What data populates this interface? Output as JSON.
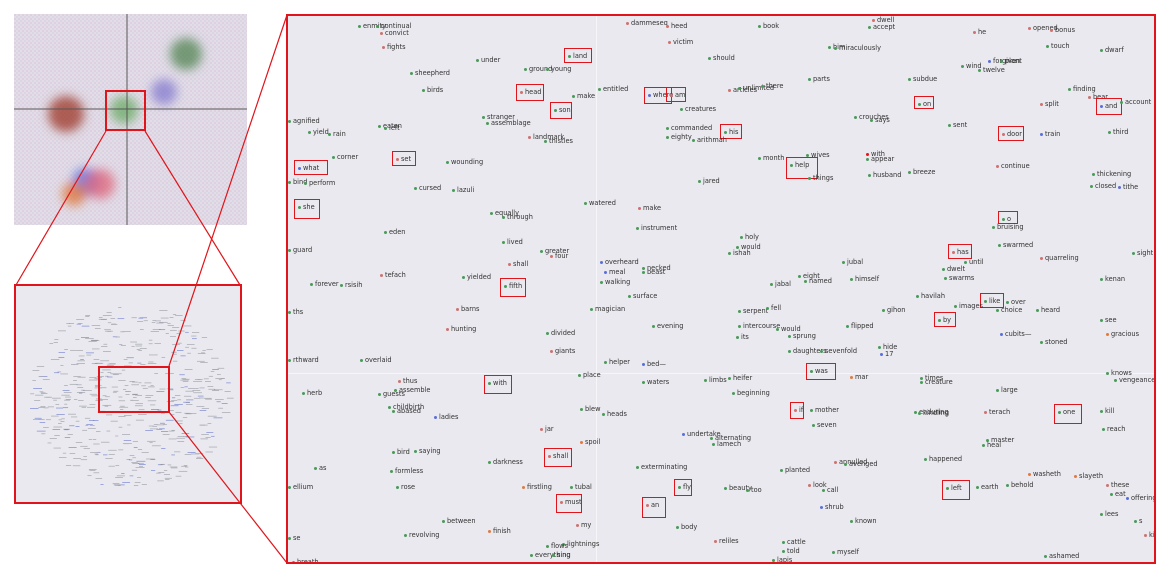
{
  "colors": {
    "highlight": "#e0141b",
    "panel_bg": "#e9e9ef",
    "gridline": "#ffffff"
  },
  "overview": {
    "blobs": [
      {
        "color": "#5a8a5a"
      },
      {
        "color": "#a04030"
      },
      {
        "color": "#8a7fd0"
      },
      {
        "color": "#6fae6a"
      },
      {
        "color": "#5a6ed8"
      },
      {
        "color": "#e06a80"
      },
      {
        "color": "#e07a40"
      }
    ]
  },
  "words": [
    {
      "t": "enmity",
      "c": "#4a9a5a",
      "hl": false
    },
    {
      "t": "continual",
      "c": "#4a9a5a",
      "hl": false
    },
    {
      "t": "convict",
      "c": "#d07070",
      "hl": false
    },
    {
      "t": "fights",
      "c": "#d07070",
      "hl": false
    },
    {
      "t": "dammeseq",
      "c": "#d07070",
      "hl": false
    },
    {
      "t": "heed",
      "c": "#d07070",
      "hl": false
    },
    {
      "t": "book",
      "c": "#4a9a5a",
      "hl": false
    },
    {
      "t": "accept",
      "c": "#4a9a5a",
      "hl": false
    },
    {
      "t": "he",
      "c": "#d07070",
      "hl": false
    },
    {
      "t": "opened",
      "c": "#d07070",
      "hl": false
    },
    {
      "t": "bonus",
      "c": "#d07070",
      "hl": false
    },
    {
      "t": "victim",
      "c": "#d07070",
      "hl": false
    },
    {
      "t": "him",
      "c": "#4a9a5a",
      "hl": false
    },
    {
      "t": "miraculously",
      "c": "#4a9a5a",
      "hl": false
    },
    {
      "t": "touch",
      "c": "#4a9a5a",
      "hl": false
    },
    {
      "t": "dwarf",
      "c": "#4a9a5a",
      "hl": false
    },
    {
      "t": "land",
      "c": "#4a9a5a",
      "hl": true
    },
    {
      "t": "under",
      "c": "#4a9a5a",
      "hl": false
    },
    {
      "t": "should",
      "c": "#4a9a5a",
      "hl": false
    },
    {
      "t": "forgiven",
      "c": "#5a6ed8",
      "hl": false
    },
    {
      "t": "plant",
      "c": "#4a9a5a",
      "hl": false
    },
    {
      "t": "wind",
      "c": "#4a9a5a",
      "hl": false
    },
    {
      "t": "twelve",
      "c": "#4a9a5a",
      "hl": false
    },
    {
      "t": "sheepherd",
      "c": "#4a9a5a",
      "hl": false
    },
    {
      "t": "ground",
      "c": "#4a9a5a",
      "hl": false
    },
    {
      "t": "young",
      "c": "#4a9a5a",
      "hl": false
    },
    {
      "t": "parts",
      "c": "#4a9a5a",
      "hl": false
    },
    {
      "t": "subdue",
      "c": "#4a9a5a",
      "hl": false
    },
    {
      "t": "birds",
      "c": "#4a9a5a",
      "hl": false
    },
    {
      "t": "head",
      "c": "#d07070",
      "hl": true
    },
    {
      "t": "make",
      "c": "#4a9a5a",
      "hl": false
    },
    {
      "t": "entitled",
      "c": "#4a9a5a",
      "hl": false
    },
    {
      "t": "where",
      "c": "#5a6ed8",
      "hl": true
    },
    {
      "t": "am",
      "c": "#d07070",
      "hl": true
    },
    {
      "t": "articles",
      "c": "#d07070",
      "hl": false
    },
    {
      "t": "unlimited",
      "c": "#4a9a5a",
      "hl": false
    },
    {
      "t": "there",
      "c": "#4a9a5a",
      "hl": false
    },
    {
      "t": "finding",
      "c": "#4a9a5a",
      "hl": false
    },
    {
      "t": "bear",
      "c": "#d07070",
      "hl": false
    },
    {
      "t": "and",
      "c": "#5a6ed8",
      "hl": true
    },
    {
      "t": "account",
      "c": "#4a9a5a",
      "hl": false
    },
    {
      "t": "son",
      "c": "#4a9a5a",
      "hl": true
    },
    {
      "t": "creatures",
      "c": "#4a9a5a",
      "hl": false
    },
    {
      "t": "on",
      "c": "#4a9a5a",
      "hl": true
    },
    {
      "t": "split",
      "c": "#d07070",
      "hl": false
    },
    {
      "t": "agnified",
      "c": "#4a9a5a",
      "hl": false
    },
    {
      "t": "stranger",
      "c": "#4a9a5a",
      "hl": false
    },
    {
      "t": "assemblage",
      "c": "#4a9a5a",
      "hl": false
    },
    {
      "t": "crouches",
      "c": "#4a9a5a",
      "hl": false
    },
    {
      "t": "says",
      "c": "#4a9a5a",
      "hl": false
    },
    {
      "t": "yield",
      "c": "#4a9a5a",
      "hl": false
    },
    {
      "t": "rain",
      "c": "#4a9a5a",
      "hl": false
    },
    {
      "t": "eaten",
      "c": "#4a9a5a",
      "hl": false
    },
    {
      "t": "left",
      "c": "#4a9a5a",
      "hl": false
    },
    {
      "t": "commanded",
      "c": "#4a9a5a",
      "hl": false
    },
    {
      "t": "his",
      "c": "#4a9a5a",
      "hl": true
    },
    {
      "t": "sent",
      "c": "#4a9a5a",
      "hl": false
    },
    {
      "t": "door",
      "c": "#d07070",
      "hl": true
    },
    {
      "t": "train",
      "c": "#5a6ed8",
      "hl": false
    },
    {
      "t": "third",
      "c": "#4a9a5a",
      "hl": false
    },
    {
      "t": "eighty",
      "c": "#4a9a5a",
      "hl": false
    },
    {
      "t": "arithmah",
      "c": "#4a9a5a",
      "hl": false
    },
    {
      "t": "landmark",
      "c": "#d07070",
      "hl": false
    },
    {
      "t": "thistles",
      "c": "#4a9a5a",
      "hl": false
    },
    {
      "t": "corner",
      "c": "#4a9a5a",
      "hl": false
    },
    {
      "t": "set",
      "c": "#d07070",
      "hl": true
    },
    {
      "t": "wounding",
      "c": "#4a9a5a",
      "hl": false
    },
    {
      "t": "month",
      "c": "#4a9a5a",
      "hl": false
    },
    {
      "t": "wives",
      "c": "#4a9a5a",
      "hl": false
    },
    {
      "t": "with",
      "c": "#e0141b",
      "hl": false
    },
    {
      "t": "appear",
      "c": "#4a9a5a",
      "hl": false
    },
    {
      "t": "help",
      "c": "#4a9a5a",
      "hl": true
    },
    {
      "t": "continue",
      "c": "#d07070",
      "hl": false
    },
    {
      "t": "what",
      "c": "#5a6ed8",
      "hl": true
    },
    {
      "t": "jared",
      "c": "#4a9a5a",
      "hl": false
    },
    {
      "t": "things",
      "c": "#4a9a5a",
      "hl": false
    },
    {
      "t": "husband",
      "c": "#4a9a5a",
      "hl": false
    },
    {
      "t": "breeze",
      "c": "#4a9a5a",
      "hl": false
    },
    {
      "t": "thickening",
      "c": "#4a9a5a",
      "hl": false
    },
    {
      "t": "bind",
      "c": "#4a9a5a",
      "hl": false
    },
    {
      "t": "perform",
      "c": "#4a9a5a",
      "hl": false
    },
    {
      "t": "cursed",
      "c": "#4a9a5a",
      "hl": false
    },
    {
      "t": "lazuli",
      "c": "#4a9a5a",
      "hl": false
    },
    {
      "t": "closed",
      "c": "#4a9a5a",
      "hl": false
    },
    {
      "t": "tithe",
      "c": "#5a6ed8",
      "hl": false
    },
    {
      "t": "she",
      "c": "#4a9a5a",
      "hl": true
    },
    {
      "t": "watered",
      "c": "#4a9a5a",
      "hl": false
    },
    {
      "t": "make",
      "c": "#d07070",
      "hl": false
    },
    {
      "t": "equally",
      "c": "#4a9a5a",
      "hl": false
    },
    {
      "t": "through",
      "c": "#4a9a5a",
      "hl": false
    },
    {
      "t": "o",
      "c": "#4a9a5a",
      "hl": true
    },
    {
      "t": "instrument",
      "c": "#4a9a5a",
      "hl": false
    },
    {
      "t": "bruising",
      "c": "#4a9a5a",
      "hl": false
    },
    {
      "t": "eden",
      "c": "#4a9a5a",
      "hl": false
    },
    {
      "t": "holy",
      "c": "#4a9a5a",
      "hl": false
    },
    {
      "t": "lived",
      "c": "#4a9a5a",
      "hl": false
    },
    {
      "t": "would",
      "c": "#4a9a5a",
      "hl": false
    },
    {
      "t": "swarmed",
      "c": "#4a9a5a",
      "hl": false
    },
    {
      "t": "guard",
      "c": "#4a9a5a",
      "hl": false
    },
    {
      "t": "greater",
      "c": "#4a9a5a",
      "hl": false
    },
    {
      "t": "four",
      "c": "#d07070",
      "hl": false
    },
    {
      "t": "ishah",
      "c": "#4a9a5a",
      "hl": false
    },
    {
      "t": "has",
      "c": "#d07070",
      "hl": true
    },
    {
      "t": "sight",
      "c": "#4a9a5a",
      "hl": false
    },
    {
      "t": "overheard",
      "c": "#5a6ed8",
      "hl": false
    },
    {
      "t": "jubal",
      "c": "#4a9a5a",
      "hl": false
    },
    {
      "t": "until",
      "c": "#4a9a5a",
      "hl": false
    },
    {
      "t": "quarreling",
      "c": "#d07070",
      "hl": false
    },
    {
      "t": "shall",
      "c": "#d07070",
      "hl": false
    },
    {
      "t": "necked",
      "c": "#4a9a5a",
      "hl": false
    },
    {
      "t": "dwelt",
      "c": "#4a9a5a",
      "hl": false
    },
    {
      "t": "meal",
      "c": "#5a6ed8",
      "hl": false
    },
    {
      "t": "beast",
      "c": "#4a9a5a",
      "hl": false
    },
    {
      "t": "tefach",
      "c": "#d07070",
      "hl": false
    },
    {
      "t": "yielded",
      "c": "#4a9a5a",
      "hl": false
    },
    {
      "t": "eight",
      "c": "#4a9a5a",
      "hl": false
    },
    {
      "t": "named",
      "c": "#4a9a5a",
      "hl": false
    },
    {
      "t": "himself",
      "c": "#4a9a5a",
      "hl": false
    },
    {
      "t": "swarms",
      "c": "#4a9a5a",
      "hl": false
    },
    {
      "t": "kenan",
      "c": "#4a9a5a",
      "hl": false
    },
    {
      "t": "forever",
      "c": "#4a9a5a",
      "hl": false
    },
    {
      "t": "rsisih",
      "c": "#4a9a5a",
      "hl": false
    },
    {
      "t": "fifth",
      "c": "#4a9a5a",
      "hl": true
    },
    {
      "t": "walking",
      "c": "#4a9a5a",
      "hl": false
    },
    {
      "t": "jabal",
      "c": "#4a9a5a",
      "hl": false
    },
    {
      "t": "surface",
      "c": "#4a9a5a",
      "hl": false
    },
    {
      "t": "havilah",
      "c": "#4a9a5a",
      "hl": false
    },
    {
      "t": "like",
      "c": "#4a9a5a",
      "hl": true
    },
    {
      "t": "images",
      "c": "#4a9a5a",
      "hl": false
    },
    {
      "t": "over",
      "c": "#4a9a5a",
      "hl": false
    },
    {
      "t": "ths",
      "c": "#4a9a5a",
      "hl": false
    },
    {
      "t": "barns",
      "c": "#d07070",
      "hl": false
    },
    {
      "t": "magician",
      "c": "#4a9a5a",
      "hl": false
    },
    {
      "t": "serpent",
      "c": "#4a9a5a",
      "hl": false
    },
    {
      "t": "fell",
      "c": "#4a9a5a",
      "hl": false
    },
    {
      "t": "gihon",
      "c": "#4a9a5a",
      "hl": false
    },
    {
      "t": "by",
      "c": "#4a9a5a",
      "hl": true
    },
    {
      "t": "choice",
      "c": "#4a9a5a",
      "hl": false
    },
    {
      "t": "heard",
      "c": "#4a9a5a",
      "hl": false
    },
    {
      "t": "see",
      "c": "#4a9a5a",
      "hl": false
    },
    {
      "t": "hunting",
      "c": "#d07070",
      "hl": false
    },
    {
      "t": "evening",
      "c": "#4a9a5a",
      "hl": false
    },
    {
      "t": "intercourse",
      "c": "#4a9a5a",
      "hl": false
    },
    {
      "t": "would",
      "c": "#4a9a5a",
      "hl": false
    },
    {
      "t": "flipped",
      "c": "#4a9a5a",
      "hl": false
    },
    {
      "t": "cubits—",
      "c": "#5a6ed8",
      "hl": false
    },
    {
      "t": "gracious",
      "c": "#e07a40",
      "hl": false
    },
    {
      "t": "divided",
      "c": "#4a9a5a",
      "hl": false
    },
    {
      "t": "its",
      "c": "#4a9a5a",
      "hl": false
    },
    {
      "t": "sprung",
      "c": "#4a9a5a",
      "hl": false
    },
    {
      "t": "stoned",
      "c": "#4a9a5a",
      "hl": false
    },
    {
      "t": "giants",
      "c": "#d07070",
      "hl": false
    },
    {
      "t": "daughters",
      "c": "#4a9a5a",
      "hl": false
    },
    {
      "t": "sevenfold",
      "c": "#4a9a5a",
      "hl": false
    },
    {
      "t": "hide",
      "c": "#4a9a5a",
      "hl": false
    },
    {
      "t": "17",
      "c": "#5a6ed8",
      "hl": false
    },
    {
      "t": "rthward",
      "c": "#4a9a5a",
      "hl": false
    },
    {
      "t": "overlaid",
      "c": "#4a9a5a",
      "hl": false
    },
    {
      "t": "helper",
      "c": "#4a9a5a",
      "hl": false
    },
    {
      "t": "bed—",
      "c": "#5a6ed8",
      "hl": false
    },
    {
      "t": "was",
      "c": "#4a9a5a",
      "hl": true
    },
    {
      "t": "mar",
      "c": "#e07a40",
      "hl": false
    },
    {
      "t": "times",
      "c": "#4a9a5a",
      "hl": false
    },
    {
      "t": "knows",
      "c": "#4a9a5a",
      "hl": false
    },
    {
      "t": "vengeance",
      "c": "#4a9a5a",
      "hl": false
    },
    {
      "t": "place",
      "c": "#4a9a5a",
      "hl": false
    },
    {
      "t": "waters",
      "c": "#4a9a5a",
      "hl": false
    },
    {
      "t": "thus",
      "c": "#d07070",
      "hl": false
    },
    {
      "t": "with",
      "c": "#4a9a5a",
      "hl": true
    },
    {
      "t": "limbs",
      "c": "#4a9a5a",
      "hl": false
    },
    {
      "t": "heifer",
      "c": "#4a9a5a",
      "hl": false
    },
    {
      "t": "creature",
      "c": "#4a9a5a",
      "hl": false
    },
    {
      "t": "herb",
      "c": "#4a9a5a",
      "hl": false
    },
    {
      "t": "guests",
      "c": "#4a9a5a",
      "hl": false
    },
    {
      "t": "assemble",
      "c": "#4a9a5a",
      "hl": false
    },
    {
      "t": "beginning",
      "c": "#4a9a5a",
      "hl": false
    },
    {
      "t": "large",
      "c": "#4a9a5a",
      "hl": false
    },
    {
      "t": "childbirth",
      "c": "#4a9a5a",
      "hl": false
    },
    {
      "t": "abased",
      "c": "#4a9a5a",
      "hl": false
    },
    {
      "t": "blew",
      "c": "#4a9a5a",
      "hl": false
    },
    {
      "t": "heads",
      "c": "#4a9a5a",
      "hl": false
    },
    {
      "t": "if",
      "c": "#d07070",
      "hl": true
    },
    {
      "t": "mother",
      "c": "#4a9a5a",
      "hl": false
    },
    {
      "t": "enduring",
      "c": "#4a9a5a",
      "hl": false
    },
    {
      "t": "kindling",
      "c": "#4a9a5a",
      "hl": false
    },
    {
      "t": "terach",
      "c": "#d07070",
      "hl": false
    },
    {
      "t": "one",
      "c": "#4a9a5a",
      "hl": true
    },
    {
      "t": "kill",
      "c": "#4a9a5a",
      "hl": false
    },
    {
      "t": "ladies",
      "c": "#5a6ed8",
      "hl": false
    },
    {
      "t": "seven",
      "c": "#4a9a5a",
      "hl": false
    },
    {
      "t": "jar",
      "c": "#d07070",
      "hl": false
    },
    {
      "t": "reach",
      "c": "#4a9a5a",
      "hl": false
    },
    {
      "t": "undertake",
      "c": "#5a6ed8",
      "hl": false
    },
    {
      "t": "alternating",
      "c": "#4a9a5a",
      "hl": false
    },
    {
      "t": "lamech",
      "c": "#4a9a5a",
      "hl": false
    },
    {
      "t": "master",
      "c": "#4a9a5a",
      "hl": false
    },
    {
      "t": "heal",
      "c": "#4a9a5a",
      "hl": false
    },
    {
      "t": "spoil",
      "c": "#e07a40",
      "hl": false
    },
    {
      "t": "bird",
      "c": "#4a9a5a",
      "hl": false
    },
    {
      "t": "saying",
      "c": "#4a9a5a",
      "hl": false
    },
    {
      "t": "shall",
      "c": "#d07070",
      "hl": true
    },
    {
      "t": "darkness",
      "c": "#4a9a5a",
      "hl": false
    },
    {
      "t": "annulled",
      "c": "#d07070",
      "hl": false
    },
    {
      "t": "avenged",
      "c": "#4a9a5a",
      "hl": false
    },
    {
      "t": "happened",
      "c": "#4a9a5a",
      "hl": false
    },
    {
      "t": "as",
      "c": "#4a9a5a",
      "hl": false
    },
    {
      "t": "formless",
      "c": "#4a9a5a",
      "hl": false
    },
    {
      "t": "exterminating",
      "c": "#4a9a5a",
      "hl": false
    },
    {
      "t": "planted",
      "c": "#4a9a5a",
      "hl": false
    },
    {
      "t": "washeth",
      "c": "#e07a40",
      "hl": false
    },
    {
      "t": "slayeth",
      "c": "#e07a40",
      "hl": false
    },
    {
      "t": "ellium",
      "c": "#4a9a5a",
      "hl": false
    },
    {
      "t": "rose",
      "c": "#4a9a5a",
      "hl": false
    },
    {
      "t": "firstling",
      "c": "#e07a40",
      "hl": false
    },
    {
      "t": "tubal",
      "c": "#4a9a5a",
      "hl": false
    },
    {
      "t": "fly",
      "c": "#4a9a5a",
      "hl": true
    },
    {
      "t": "beauty",
      "c": "#4a9a5a",
      "hl": false
    },
    {
      "t": "too",
      "c": "#4a9a5a",
      "hl": false
    },
    {
      "t": "look",
      "c": "#d07070",
      "hl": false
    },
    {
      "t": "call",
      "c": "#4a9a5a",
      "hl": false
    },
    {
      "t": "left",
      "c": "#4a9a5a",
      "hl": true
    },
    {
      "t": "earth",
      "c": "#4a9a5a",
      "hl": false
    },
    {
      "t": "behold",
      "c": "#4a9a5a",
      "hl": false
    },
    {
      "t": "these",
      "c": "#d07070",
      "hl": false
    },
    {
      "t": "eat",
      "c": "#4a9a5a",
      "hl": false
    },
    {
      "t": "offering",
      "c": "#5a6ed8",
      "hl": false
    },
    {
      "t": "must",
      "c": "#d07070",
      "hl": true
    },
    {
      "t": "an",
      "c": "#d07070",
      "hl": true
    },
    {
      "t": "shrub",
      "c": "#5a6ed8",
      "hl": false
    },
    {
      "t": "lees",
      "c": "#4a9a5a",
      "hl": false
    },
    {
      "t": "between",
      "c": "#4a9a5a",
      "hl": false
    },
    {
      "t": "my",
      "c": "#d07070",
      "hl": false
    },
    {
      "t": "body",
      "c": "#4a9a5a",
      "hl": false
    },
    {
      "t": "known",
      "c": "#4a9a5a",
      "hl": false
    },
    {
      "t": "finish",
      "c": "#e07a40",
      "hl": false
    },
    {
      "t": "revolving",
      "c": "#4a9a5a",
      "hl": false
    },
    {
      "t": "lightnings",
      "c": "#4a9a5a",
      "hl": false
    },
    {
      "t": "reliles",
      "c": "#d07070",
      "hl": false
    },
    {
      "t": "cattle",
      "c": "#4a9a5a",
      "hl": false
    },
    {
      "t": "kis",
      "c": "#d07070",
      "hl": false
    },
    {
      "t": "se",
      "c": "#4a9a5a",
      "hl": false
    },
    {
      "t": "flows",
      "c": "#4a9a5a",
      "hl": false
    },
    {
      "t": "told",
      "c": "#4a9a5a",
      "hl": false
    },
    {
      "t": "myself",
      "c": "#4a9a5a",
      "hl": false
    },
    {
      "t": "everything",
      "c": "#4a9a5a",
      "hl": false
    },
    {
      "t": "sing",
      "c": "#4a9a5a",
      "hl": false
    },
    {
      "t": "lapis",
      "c": "#4a9a5a",
      "hl": false
    },
    {
      "t": "ashamed",
      "c": "#4a9a5a",
      "hl": false
    },
    {
      "t": "breath",
      "c": "#4a9a5a",
      "hl": false
    },
    {
      "t": "dwell",
      "c": "#d07070",
      "hl": false
    },
    {
      "t": "s",
      "c": "#4a9a5a",
      "hl": false
    }
  ]
}
